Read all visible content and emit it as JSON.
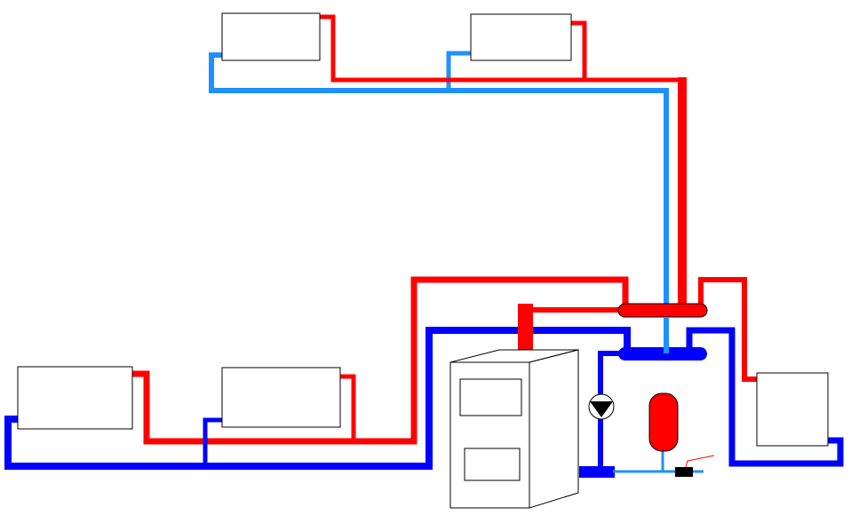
{
  "colors": {
    "supply": "#ff0000",
    "return": "#0000ff",
    "return_light": "#1e90ff",
    "outline": "#000000",
    "background": "#ffffff"
  },
  "components": {
    "boiler": "boiler",
    "circulation_pump": "circulation-pump",
    "expansion_tank": "expansion-tank",
    "hot_manifold": "hot-water-manifold",
    "cold_manifold": "cold-water-manifold",
    "radiators": [
      "radiator-upper-left",
      "radiator-upper-right",
      "radiator-lower-left",
      "radiator-lower-middle",
      "radiator-right"
    ]
  }
}
